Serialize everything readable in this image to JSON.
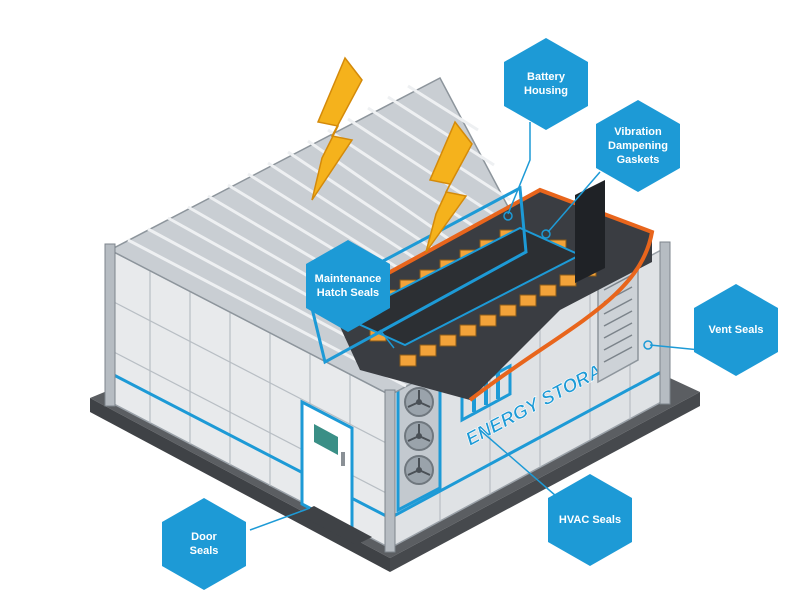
{
  "colors": {
    "accent": "#1d9ad6",
    "bolt": "#f5b21c",
    "cutaway": "#e8651c",
    "roof": "#c9ced3",
    "wall": "#e8eaec",
    "platform": "#5b5e62",
    "battery": "#2c2f33",
    "module": "#f2a33a"
  },
  "container": {
    "banner_text": "ENERGY STORAGE"
  },
  "callouts": [
    {
      "id": "battery-housing",
      "label": "Battery\nHousing"
    },
    {
      "id": "vibration-dampening-gaskets",
      "label": "Vibration\nDampening\nGaskets"
    },
    {
      "id": "maintenance-hatch-seals",
      "label": "Maintenance\nHatch Seals"
    },
    {
      "id": "vent-seals",
      "label": "Vent Seals"
    },
    {
      "id": "hvac-seals",
      "label": "HVAC Seals"
    },
    {
      "id": "door-seals",
      "label": "Door\nSeals"
    }
  ],
  "icons": [
    "lightning-bolt-icon",
    "lightning-bolt-icon",
    "fan-icon",
    "fan-icon",
    "fan-icon",
    "battery-icon"
  ]
}
